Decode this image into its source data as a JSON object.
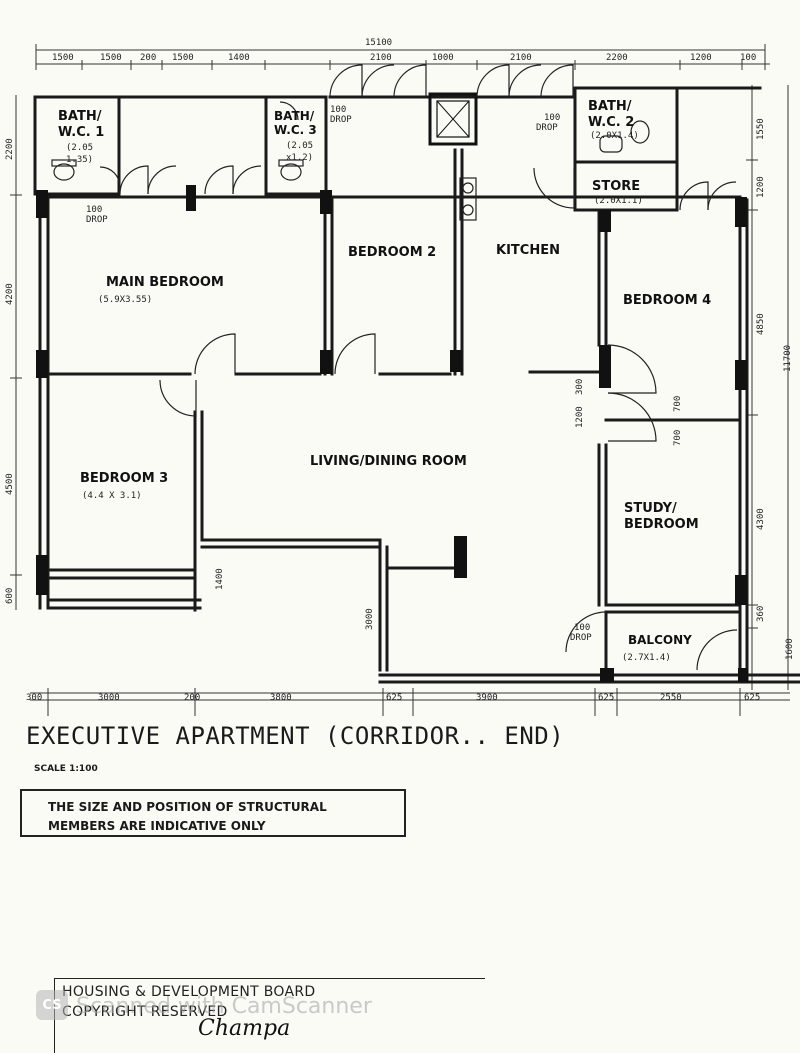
{
  "rooms": {
    "bath1": [
      "BATH/",
      "W.C. 1",
      "(2.05",
      "1.35)"
    ],
    "bath3": [
      "BATH/",
      "W.C. 3",
      "(2.05",
      "x1.2)"
    ],
    "bath2": [
      "BATH/",
      "W.C. 2",
      "(2.0X1.4)"
    ],
    "store": [
      "STORE",
      "(2.0X1.1)"
    ],
    "main_bedroom": [
      "MAIN BEDROOM",
      "(5.9X3.55)"
    ],
    "bedroom2": "BEDROOM 2",
    "kitchen": "KITCHEN",
    "bedroom4": "BEDROOM 4",
    "bedroom3": [
      "BEDROOM 3",
      "(4.4 X 3.1)"
    ],
    "living": "LIVING/DINING ROOM",
    "study": [
      "STUDY/",
      "BEDROOM"
    ],
    "balcony": [
      "BALCONY",
      "(2.7X1.4)"
    ]
  },
  "drops": {
    "drop_main": [
      "100",
      "DROP"
    ],
    "drop_bath3": [
      "100",
      "DROP"
    ],
    "drop_kitchen": [
      "100",
      "DROP"
    ],
    "drop_balcony": [
      "100",
      "DROP"
    ]
  },
  "dimensions": {
    "overall_top": "15100",
    "top_row": [
      "1500",
      "1500",
      "200",
      "1500",
      "1400",
      "2100",
      "1000",
      "2100",
      "2200",
      "1200",
      "100"
    ],
    "bottom_row": [
      "300",
      "3000",
      "200",
      "3800",
      "625",
      "3900",
      "625",
      "2550",
      "625"
    ],
    "left_col": [
      "2200",
      "4200",
      "4500",
      "600"
    ],
    "right_col": [
      "1550",
      "1200",
      "4850",
      "4300",
      "360",
      "1600"
    ],
    "right_overall": "11700",
    "inner": [
      "3000",
      "1400",
      "1200",
      "300",
      "700",
      "700"
    ]
  },
  "title": "EXECUTIVE APARTMENT (CORRIDOR.. END)",
  "scale": "SCALE 1:100",
  "note": [
    "THE SIZE AND POSITION OF STRUCTURAL",
    "MEMBERS ARE INDICATIVE ONLY"
  ],
  "stamp": [
    "HOUSING & DEVELOPMENT BOARD",
    "COPYRIGHT RESERVED"
  ],
  "signature": "Champa",
  "watermark": "Scanned with CamScanner",
  "logo": "CS"
}
